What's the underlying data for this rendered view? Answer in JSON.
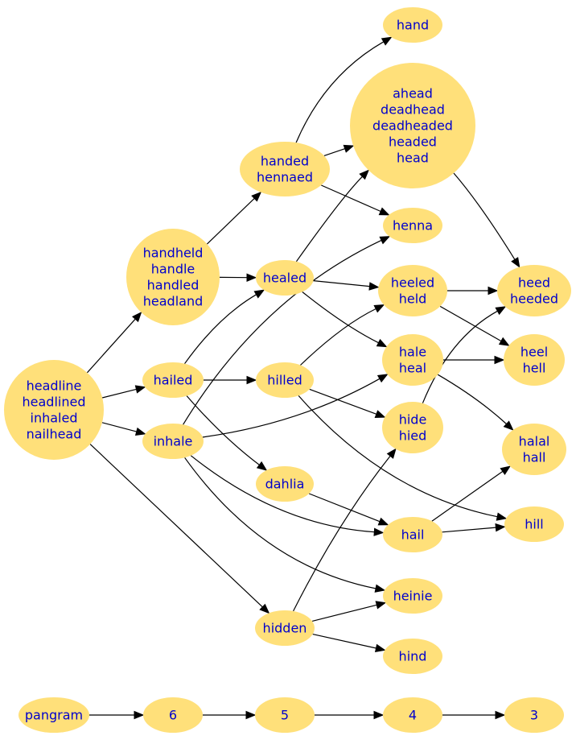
{
  "nodes": [
    {
      "id": "headline",
      "lines": [
        "headline",
        "headlined",
        "inhaled",
        "nailhead"
      ]
    },
    {
      "id": "handheld",
      "lines": [
        "handheld",
        "handle",
        "handled",
        "headland"
      ]
    },
    {
      "id": "hailed",
      "lines": [
        "hailed"
      ]
    },
    {
      "id": "inhale",
      "lines": [
        "inhale"
      ]
    },
    {
      "id": "handed",
      "lines": [
        "handed",
        "hennaed"
      ]
    },
    {
      "id": "healed",
      "lines": [
        "healed"
      ]
    },
    {
      "id": "hilled",
      "lines": [
        "hilled"
      ]
    },
    {
      "id": "dahlia",
      "lines": [
        "dahlia"
      ]
    },
    {
      "id": "hidden",
      "lines": [
        "hidden"
      ]
    },
    {
      "id": "hand",
      "lines": [
        "hand"
      ]
    },
    {
      "id": "ahead",
      "lines": [
        "ahead",
        "deadhead",
        "deadheaded",
        "headed",
        "head"
      ]
    },
    {
      "id": "henna",
      "lines": [
        "henna"
      ]
    },
    {
      "id": "heeled",
      "lines": [
        "heeled",
        "held"
      ]
    },
    {
      "id": "hale",
      "lines": [
        "hale",
        "heal"
      ]
    },
    {
      "id": "hide",
      "lines": [
        "hide",
        "hied"
      ]
    },
    {
      "id": "hail",
      "lines": [
        "hail"
      ]
    },
    {
      "id": "heinie",
      "lines": [
        "heinie"
      ]
    },
    {
      "id": "hind",
      "lines": [
        "hind"
      ]
    },
    {
      "id": "heed",
      "lines": [
        "heed",
        "heeded"
      ]
    },
    {
      "id": "heel",
      "lines": [
        "heel",
        "hell"
      ]
    },
    {
      "id": "halal",
      "lines": [
        "halal",
        "hall"
      ]
    },
    {
      "id": "hill",
      "lines": [
        "hill"
      ]
    },
    {
      "id": "pangram",
      "lines": [
        "pangram"
      ]
    },
    {
      "id": "n6",
      "lines": [
        "6"
      ]
    },
    {
      "id": "n5",
      "lines": [
        "5"
      ]
    },
    {
      "id": "n4",
      "lines": [
        "4"
      ]
    },
    {
      "id": "n3",
      "lines": [
        "3"
      ]
    }
  ],
  "edges": [
    {
      "from": "headline",
      "to": "handheld"
    },
    {
      "from": "headline",
      "to": "hailed"
    },
    {
      "from": "headline",
      "to": "inhale"
    },
    {
      "from": "headline",
      "to": "hidden"
    },
    {
      "from": "handheld",
      "to": "handed"
    },
    {
      "from": "handheld",
      "to": "healed"
    },
    {
      "from": "hailed",
      "to": "healed"
    },
    {
      "from": "hailed",
      "to": "hilled"
    },
    {
      "from": "hailed",
      "to": "dahlia"
    },
    {
      "from": "inhale",
      "to": "henna"
    },
    {
      "from": "inhale",
      "to": "hale"
    },
    {
      "from": "inhale",
      "to": "hail"
    },
    {
      "from": "inhale",
      "to": "heinie"
    },
    {
      "from": "handed",
      "to": "hand"
    },
    {
      "from": "handed",
      "to": "ahead"
    },
    {
      "from": "handed",
      "to": "henna"
    },
    {
      "from": "healed",
      "to": "ahead"
    },
    {
      "from": "healed",
      "to": "heeled"
    },
    {
      "from": "healed",
      "to": "hale"
    },
    {
      "from": "hilled",
      "to": "heeled"
    },
    {
      "from": "hilled",
      "to": "hide"
    },
    {
      "from": "hilled",
      "to": "hill"
    },
    {
      "from": "dahlia",
      "to": "hail"
    },
    {
      "from": "hidden",
      "to": "hide"
    },
    {
      "from": "hidden",
      "to": "heinie"
    },
    {
      "from": "hidden",
      "to": "hind"
    },
    {
      "from": "ahead",
      "to": "heed"
    },
    {
      "from": "heeled",
      "to": "heed"
    },
    {
      "from": "heeled",
      "to": "heel"
    },
    {
      "from": "hale",
      "to": "heel"
    },
    {
      "from": "hale",
      "to": "halal"
    },
    {
      "from": "hide",
      "to": "heed"
    },
    {
      "from": "hail",
      "to": "halal"
    },
    {
      "from": "hail",
      "to": "hill"
    },
    {
      "from": "pangram",
      "to": "n6"
    },
    {
      "from": "n6",
      "to": "n5"
    },
    {
      "from": "n5",
      "to": "n4"
    },
    {
      "from": "n4",
      "to": "n3"
    }
  ]
}
